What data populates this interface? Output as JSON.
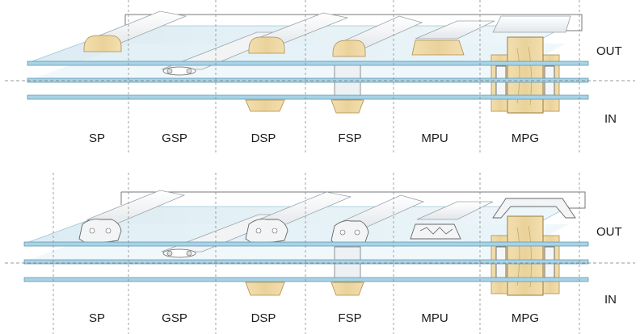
{
  "columns": [
    "SP",
    "GSP",
    "DSP",
    "FSP",
    "MPU",
    "MPG"
  ],
  "side_out": "OUT",
  "side_in": "IN",
  "panels": [
    {
      "id": "panel-top",
      "material": "wood"
    },
    {
      "id": "panel-bottom",
      "material": "aluminium"
    }
  ],
  "colors": {
    "glass": "#a9d3e4",
    "glass_edge": "#5d9cb8",
    "wood": "#efd9a6",
    "aluminium": "#eef1f4"
  }
}
